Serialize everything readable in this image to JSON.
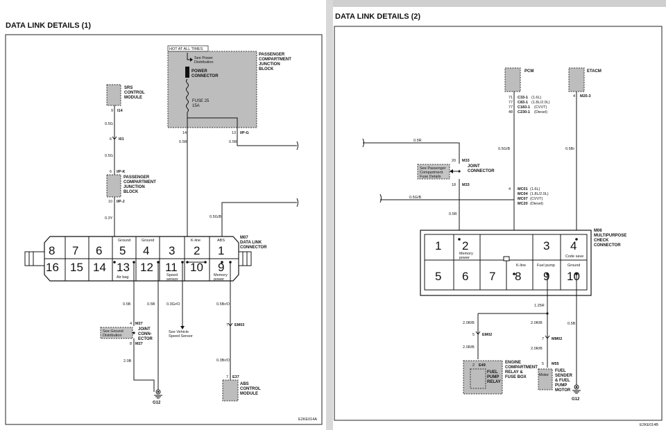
{
  "left": {
    "title": "DATA LINK DETAILS (1)",
    "code": "E2KE014A",
    "hot": "HOT AT ALL TIMES",
    "pjb_name": [
      "PASSENGER",
      "COMPARTMENT",
      "JUNCTION",
      "BLOCK"
    ],
    "see_power": [
      "See Power",
      "Distribution"
    ],
    "power_connector": [
      "POWER",
      "CONNECTOR"
    ],
    "fuse": [
      "FUSE 25",
      "15A"
    ],
    "srs": [
      "SRS",
      "CONTROL",
      "MODULE"
    ],
    "pin14": "14",
    "pin13": "13",
    "ip_g": "I/P-G",
    "w_05r_a": "0.5R",
    "w_05r_b": "0.5R",
    "i14_pin": "9",
    "i14": "I14",
    "w_05g_a": "0.5G",
    "i01_pin": "6",
    "i01": "I01",
    "w_05g_b": "0.5G",
    "ipk_pin": "6",
    "ipk": "I/P-K",
    "pjb2_name": [
      "PASSENGER",
      "COMPARTMENT",
      "JUNCTION",
      "BLOCK"
    ],
    "ipj_pin": "10",
    "ipj": "I/P-J",
    "w_03y": "0.3Y",
    "w_05gb": "0.5G/B",
    "m07": [
      "M07",
      "DATA LINK",
      "CONNECTOR"
    ],
    "top_labels": [
      "Ground",
      "Ground",
      "K-line",
      "ABS"
    ],
    "top_pins": [
      "8",
      "7",
      "6",
      "5",
      "4",
      "3",
      "2",
      "1"
    ],
    "bot_pins": [
      "16",
      "15",
      "14",
      "13",
      "12",
      "11",
      "10",
      "9"
    ],
    "bot_labels": [
      "Air bag",
      "Speed",
      "sensor",
      "Memory",
      "power"
    ],
    "w_05b_a": "0.5B",
    "w_05b_b": "0.5B",
    "w_03grо": "0.3Gr/O",
    "w_05bro": "0.5Br/O",
    "m27_pin4": "4",
    "m27_a": "M27",
    "m27_pin8": "8",
    "m27_b": "M27",
    "see_ground": [
      "See Ground",
      "Distribution"
    ],
    "joint": [
      "JOINT",
      "CONN-",
      "ECTOR"
    ],
    "see_vss": [
      "See Vehicle",
      "Speed Sensor"
    ],
    "em03_pin": "7",
    "em03": "EM03",
    "w_20b": "2.0B",
    "w_03bro": "0.3Br/O",
    "e37_pin": "7",
    "e37": "E37",
    "abs": [
      "ABS",
      "CONTROL",
      "MODULE"
    ],
    "g12": "G12"
  },
  "right": {
    "title": "DATA LINK DETAILS (2)",
    "code": "E2KE014B",
    "pcm": "PCM",
    "etacm": "ETACM",
    "pcm_pins": [
      "71",
      "77",
      "77",
      "48"
    ],
    "pcm_conns": [
      "C33-1",
      "C83-1",
      "C183-1",
      "C230-1"
    ],
    "pcm_specs": [
      "(1.6L)",
      "(1.8L/2.0L)",
      "(CVVT)",
      "(Diesel)"
    ],
    "etacm_pin": "4",
    "etacm_conn": "M25-3",
    "w_05r_a": "0.5R",
    "w_05gb_a": "0.5G/B",
    "w_05br": "0.5Br",
    "m33_pin20": "20",
    "m33_a": "M33",
    "see_pjb": [
      "See Passenger",
      "Compartment",
      "Fuse Details"
    ],
    "joint": [
      "JOINT",
      "CONNECTOR"
    ],
    "m33_pin18": "18",
    "m33_b": "M33",
    "mc_pin": "4",
    "mc_conns": [
      "MC01",
      "MC04",
      "MC07",
      "MC20"
    ],
    "mc_specs": [
      "(1.6L)",
      "(1.8L/2.0L)",
      "(CVVT)",
      "(Diesel)"
    ],
    "w_05gb_b": "0.5G/B",
    "w_05r_b": "0.5R",
    "m06": [
      "M06",
      "MULTIPURPOSE",
      "CHECK",
      "CONNECTOR"
    ],
    "top_pins": [
      "1",
      "2",
      "3",
      "4"
    ],
    "top_labels": [
      "Memory",
      "power",
      "Code save"
    ],
    "bot_pins": [
      "5",
      "6",
      "7",
      "8",
      "9",
      "10"
    ],
    "bot_labels": [
      "K-line",
      "Fuel pump",
      "Ground"
    ],
    "w_125r": "1.25R",
    "w_20rb_a": "2.0R/B",
    "w_20rb_b": "2.0R/B",
    "w_05b": "0.5B",
    "em02_pin": "5",
    "em02": "EM02",
    "mm02_pin": "7",
    "mm02": "MM02",
    "w_20rb_c": "2.0R/B",
    "w_20rb_d": "2.0R/B",
    "m55_pin": "5",
    "m55": "M55",
    "e49_pin": "2",
    "e49": "E49",
    "relay": [
      "FUEL",
      "PUMP",
      "RELAY"
    ],
    "ecr": [
      "ENGINE",
      "COMPARTMENT",
      "RELAY &",
      "FUSE BOX"
    ],
    "motor": "Motor",
    "fsender": [
      "FUEL",
      "SENDER",
      "& FUEL",
      "PUMP",
      "MOTOR"
    ],
    "g12": "G12"
  }
}
